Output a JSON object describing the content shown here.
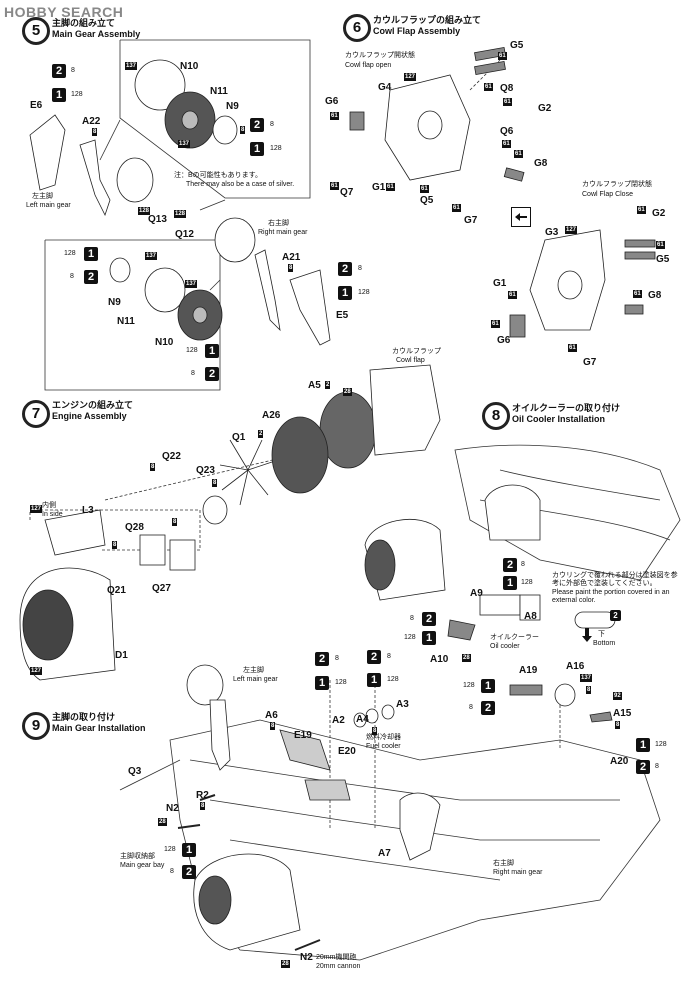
{
  "watermark": "HOBBY SEARCH",
  "steps": {
    "s5": {
      "num": "5",
      "title_jp": "主脚の組み立て",
      "title_en": "Main Gear Assembly"
    },
    "s6": {
      "num": "6",
      "title_jp": "カウルフラップの組み立て",
      "title_en": "Cowl Flap Assembly"
    },
    "s7": {
      "num": "7",
      "title_jp": "エンジンの組み立て",
      "title_en": "Engine Assembly"
    },
    "s8": {
      "num": "8",
      "title_jp": "オイルクーラーの取り付け",
      "title_en": "Oil Cooler Installation"
    },
    "s9": {
      "num": "9",
      "title_jp": "主脚の取り付け",
      "title_en": "Main Gear Installation"
    }
  },
  "labels": {
    "e6": "E6",
    "a22": "A22",
    "n10": "N10",
    "n11": "N11",
    "n9": "N9",
    "q13": "Q13",
    "q12": "Q12",
    "left_gear_jp": "左主脚",
    "left_gear_en": "Left main gear",
    "right_gear_jp": "右主脚",
    "right_gear_en": "Right main gear",
    "silver_jp": "注：Bの可能性もあります。",
    "silver_en": "There may also be a case of silver.",
    "a21": "A21",
    "e5": "E5",
    "n9b": "N9",
    "n11b": "N11",
    "n10b": "N10",
    "cowl_open_jp": "カウルフラップ開状態",
    "cowl_open_en": "Cowl flap open",
    "cowl_close_jp": "カウルフラップ閉状態",
    "cowl_close_en": "Cowl Flap Close",
    "g5": "G5",
    "g4": "G4",
    "g6": "G6",
    "q8": "Q8",
    "g2": "G2",
    "q6": "Q6",
    "g8": "G8",
    "q7": "Q7",
    "g1": "G1",
    "q5": "Q5",
    "g7": "G7",
    "g3b": "G3",
    "g2b": "G2",
    "g5b": "G5",
    "g1b": "G1",
    "g8b": "G8",
    "g6b": "G6",
    "g7b": "G7",
    "cowl_flap_jp": "カウルフラップ",
    "cowl_flap_en": "Cowl flap",
    "a5": "A5",
    "a26": "A26",
    "q1": "Q1",
    "q22": "Q22",
    "q23": "Q23",
    "l3": "L3",
    "inside_jp": "内側",
    "inside_en": "In side",
    "q28": "Q28",
    "q21": "Q21",
    "q27": "Q27",
    "d1": "D1",
    "a9": "A9",
    "a8": "A8",
    "a10": "A10",
    "oil_jp": "オイルクーラー",
    "oil_en": "Oil cooler",
    "paint_note_jp": "カウリングで覆われる部分は塗装図を参考に外部色で塗装してください。",
    "paint_note_en": "Please paint the portion covered in an external color.",
    "bottom_jp": "下",
    "bottom_en": "Bottom",
    "a6": "A6",
    "e19": "E19",
    "e20": "E20",
    "a2": "A2",
    "a4": "A4",
    "a3": "A3",
    "fuel_jp": "燃料冷却器",
    "fuel_en": "Fuel cooler",
    "a19": "A19",
    "a16": "A16",
    "a15": "A15",
    "a20": "A20",
    "q3": "Q3",
    "n2": "N2",
    "r2": "R2",
    "bay_jp": "主脚収納部",
    "bay_en": "Main gear bay",
    "a7": "A7",
    "n2b": "N2",
    "cannon_jp": "20mm機関砲",
    "cannon_en": "20mm cannon"
  },
  "colors": {
    "c8": {
      "glyph": "2",
      "code": "8"
    },
    "c128": {
      "glyph": "1",
      "code": "128"
    },
    "c137": "137",
    "c61": "61",
    "c127": "127",
    "c28": "28",
    "c2": "2",
    "c92": "92",
    "c8s": "8"
  }
}
